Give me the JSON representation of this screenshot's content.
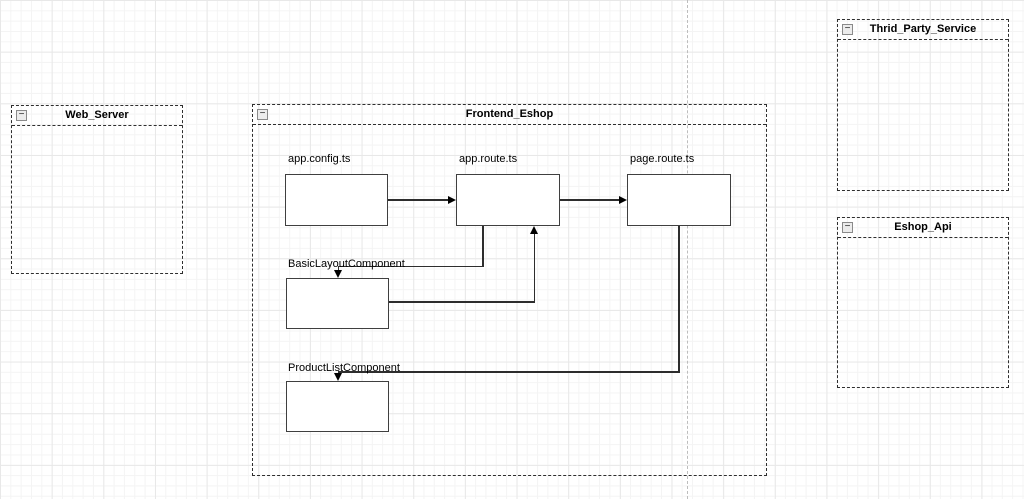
{
  "diagram": {
    "containers": [
      {
        "label": "Web_Server"
      },
      {
        "label": "Frontend_Eshop"
      },
      {
        "label": "Thrid_Party_Service"
      },
      {
        "label": "Eshop_Api"
      }
    ],
    "nodes": [
      {
        "label": "app.config.ts"
      },
      {
        "label": "app.route.ts"
      },
      {
        "label": "page.route.ts"
      },
      {
        "label": "BasicLayoutComponent"
      },
      {
        "label": "ProductListComponent"
      }
    ],
    "edges": [
      {
        "from": "app.config.ts",
        "to": "app.route.ts",
        "style": "arrow-right"
      },
      {
        "from": "app.route.ts",
        "to": "page.route.ts",
        "style": "arrow-right"
      },
      {
        "from": "app.route.ts",
        "to": "BasicLayoutComponent",
        "style": "arrow-down"
      },
      {
        "from": "BasicLayoutComponent",
        "to": "app.route.ts",
        "style": "arrow-up"
      },
      {
        "from": "page.route.ts",
        "to": "ProductListComponent",
        "style": "arrow-down"
      }
    ],
    "icons": {
      "collapse": {
        "name": "collapse-icon",
        "glyph": "−"
      }
    },
    "colors": {
      "canvas_bg": "#ffffff",
      "grid_minor": "#f4f4f4",
      "grid_major": "#e8e8e8",
      "container_border": "#2e2e2e",
      "node_border": "#3f3f3f",
      "edge": "#000000",
      "page_divider": "#bdbdbd"
    }
  }
}
